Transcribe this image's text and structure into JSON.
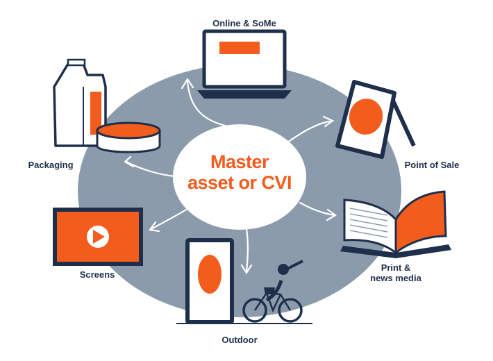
{
  "center": {
    "line1": "Master",
    "line2": "asset or CVI"
  },
  "channels": {
    "online": "Online & SoMe",
    "point_of_sale": "Point of Sale",
    "print_line1": "Print &",
    "print_line2": "news media",
    "outdoor": "Outdoor",
    "screens": "Screens",
    "packaging": "Packaging"
  },
  "colors": {
    "ring": "#8b9bab",
    "navy": "#1d2f4a",
    "orange": "#f25c1c",
    "white": "#ffffff"
  },
  "icons": [
    "laptop-icon",
    "a-frame-sign-icon",
    "open-book-icon",
    "outdoor-billboard-icon",
    "cyclist-icon",
    "tv-screen-icon",
    "milk-carton-icon",
    "container-tub-icon"
  ]
}
